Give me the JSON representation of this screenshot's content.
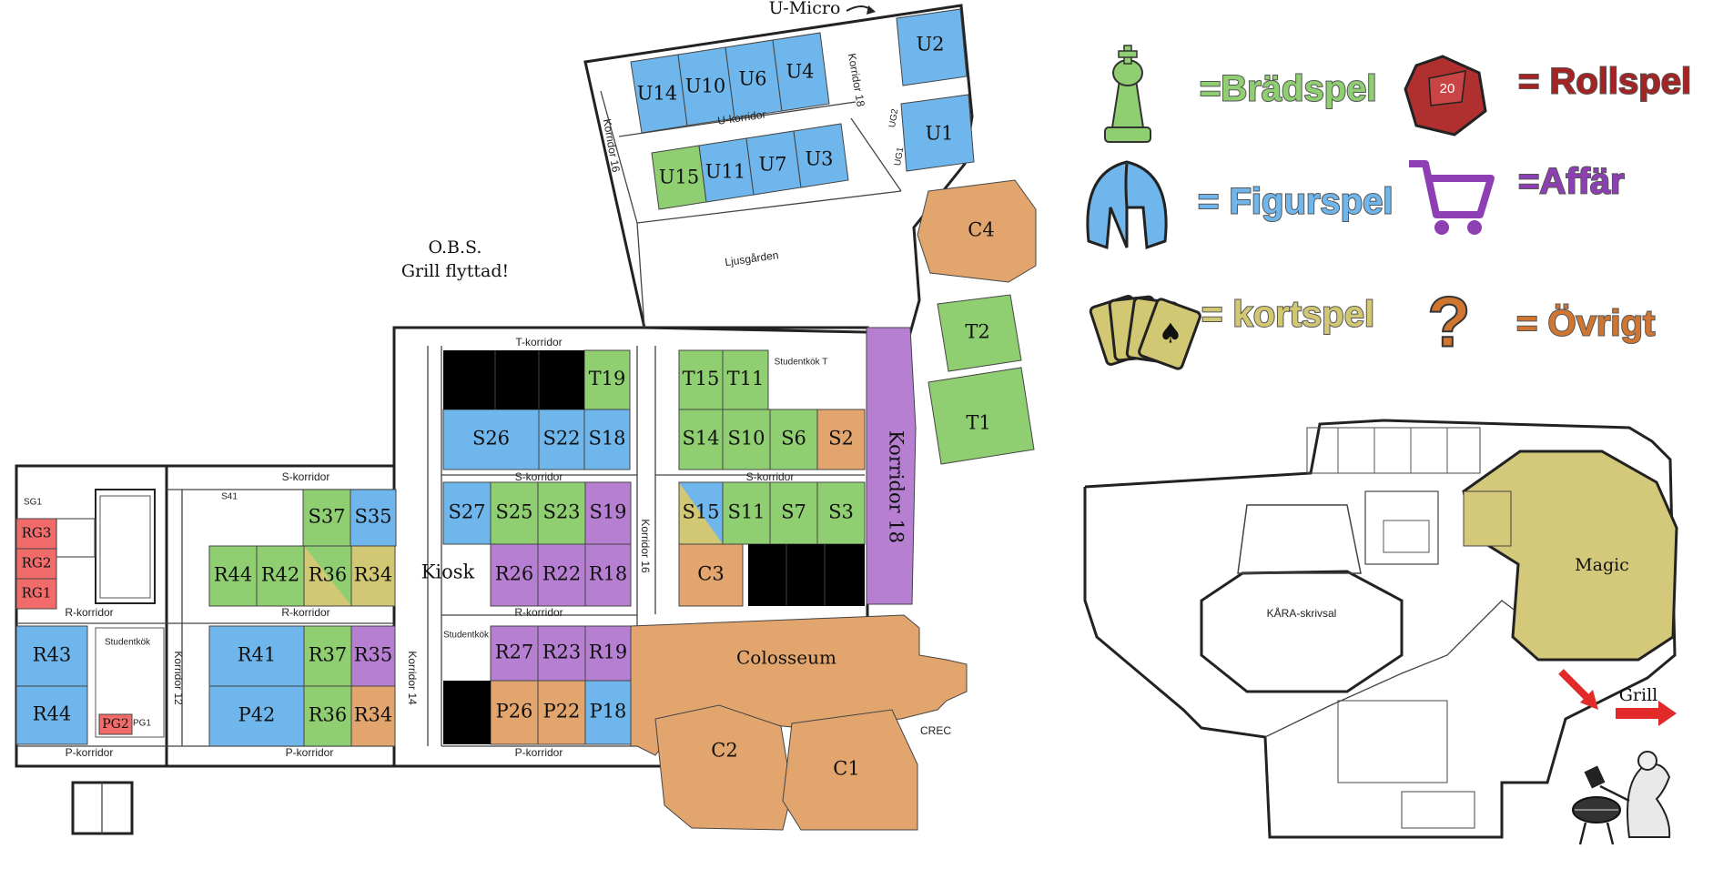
{
  "colors": {
    "bradspel": "#8fcf72",
    "rollspel": "#f16b6b",
    "figurspel": "#6fb6ec",
    "kortspel": "#d2c874",
    "affar": "#b67fd2",
    "ovrigt": "#e2a56e",
    "blocked": "#000000",
    "magic": "#d4c87a"
  },
  "legend": {
    "bradspel": "=Brädspel",
    "rollspel": "= Rollspel",
    "figurspel": "= Figurspel",
    "affar": "=Affär",
    "kortspel": "= kortspel",
    "ovrigt": "= Övrigt",
    "d20": "20"
  },
  "notes": {
    "obs_line1": "O.B.S.",
    "obs_line2": "Grill flyttad!",
    "u_micro": "U-Micro",
    "grill": "Grill",
    "magic": "Magic",
    "kara": "KÅRA-skrivsal"
  },
  "corridors": {
    "t": "T-korridor",
    "s_left": "S-korridor",
    "s_mid": "S-korridor",
    "s_right": "S-korridor",
    "r_left": "R-korridor",
    "r_mid": "R-korridor",
    "r_far": "R-korridor",
    "p_left": "P-korridor",
    "p_mid": "P-korridor",
    "p_far": "P-korridor",
    "k12": "Korridor 12",
    "k14": "Korridor 14",
    "k16a": "Korridor 16",
    "k16b": "Korridor 16",
    "k18a": "Korridor 18",
    "k18big": "Korridor 18",
    "u": "U-korridor",
    "ljus": "Ljusgården",
    "studentkok_t": "Studentkök T",
    "studentkok_p": "Studentkök",
    "studentkok_k": "Studentkök",
    "kiosk": "Kiosk",
    "crec": "CREC",
    "s41": "S41",
    "sg1": "SG1",
    "pg1": "PG1",
    "ug1": "UG1",
    "ug2": "UG2"
  },
  "rooms": [
    {
      "label": "U14",
      "cat": "figurspel"
    },
    {
      "label": "U10",
      "cat": "figurspel"
    },
    {
      "label": "U6",
      "cat": "figurspel"
    },
    {
      "label": "U4",
      "cat": "figurspel"
    },
    {
      "label": "U2",
      "cat": "figurspel"
    },
    {
      "label": "U1",
      "cat": "figurspel"
    },
    {
      "label": "U15",
      "cat": "bradspel"
    },
    {
      "label": "U11",
      "cat": "figurspel"
    },
    {
      "label": "U7",
      "cat": "figurspel"
    },
    {
      "label": "U3",
      "cat": "figurspel"
    },
    {
      "label": "C4",
      "cat": "ovrigt"
    },
    {
      "label": "T2",
      "cat": "bradspel"
    },
    {
      "label": "T1",
      "cat": "bradspel"
    },
    {
      "label": "T19",
      "cat": "bradspel"
    },
    {
      "label": "T15",
      "cat": "bradspel"
    },
    {
      "label": "T11",
      "cat": "bradspel"
    },
    {
      "label": "S26",
      "cat": "figurspel"
    },
    {
      "label": "S22",
      "cat": "figurspel"
    },
    {
      "label": "S18",
      "cat": "figurspel"
    },
    {
      "label": "S14",
      "cat": "bradspel"
    },
    {
      "label": "S10",
      "cat": "bradspel"
    },
    {
      "label": "S6",
      "cat": "bradspel"
    },
    {
      "label": "S2",
      "cat": "ovrigt"
    },
    {
      "label": "S27",
      "cat": "figurspel"
    },
    {
      "label": "S25",
      "cat": "bradspel"
    },
    {
      "label": "S23",
      "cat": "bradspel"
    },
    {
      "label": "S19",
      "cat": "affar"
    },
    {
      "label": "S15",
      "cat": "bradspel"
    },
    {
      "label": "S11",
      "cat": "bradspel"
    },
    {
      "label": "S7",
      "cat": "bradspel"
    },
    {
      "label": "S3",
      "cat": "bradspel"
    },
    {
      "label": "S37",
      "cat": "bradspel"
    },
    {
      "label": "S35",
      "cat": "figurspel"
    },
    {
      "label": "R44",
      "cat": "bradspel"
    },
    {
      "label": "R42",
      "cat": "bradspel"
    },
    {
      "label": "R36",
      "cat": "bradspel"
    },
    {
      "label": "R34",
      "cat": "kortspel"
    },
    {
      "label": "R26",
      "cat": "affar"
    },
    {
      "label": "R22",
      "cat": "affar"
    },
    {
      "label": "R18",
      "cat": "affar"
    },
    {
      "label": "C3",
      "cat": "ovrigt"
    },
    {
      "label": "RG3",
      "cat": "rollspel"
    },
    {
      "label": "RG2",
      "cat": "rollspel"
    },
    {
      "label": "RG1",
      "cat": "rollspel"
    },
    {
      "label": "R43",
      "cat": "figurspel"
    },
    {
      "label": "R44",
      "cat": "figurspel"
    },
    {
      "label": "PG2",
      "cat": "rollspel"
    },
    {
      "label": "R41",
      "cat": "figurspel"
    },
    {
      "label": "R37",
      "cat": "bradspel"
    },
    {
      "label": "R35",
      "cat": "affar"
    },
    {
      "label": "P42",
      "cat": "figurspel"
    },
    {
      "label": "R36",
      "cat": "bradspel"
    },
    {
      "label": "R34",
      "cat": "ovrigt"
    },
    {
      "label": "R27",
      "cat": "affar"
    },
    {
      "label": "R23",
      "cat": "affar"
    },
    {
      "label": "R19",
      "cat": "affar"
    },
    {
      "label": "P26",
      "cat": "ovrigt"
    },
    {
      "label": "P22",
      "cat": "ovrigt"
    },
    {
      "label": "P18",
      "cat": "figurspel"
    },
    {
      "label": "Colosseum",
      "cat": "ovrigt"
    },
    {
      "label": "C2",
      "cat": "ovrigt"
    },
    {
      "label": "C1",
      "cat": "ovrigt"
    }
  ]
}
